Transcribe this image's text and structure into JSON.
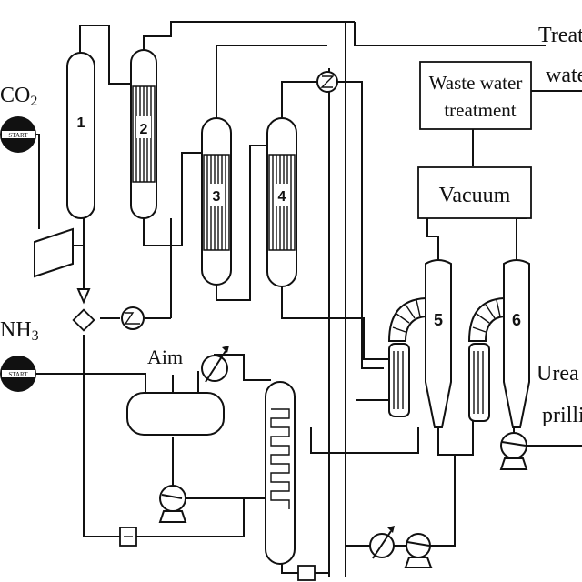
{
  "labels": {
    "co2": "CO",
    "co2_sub": "2",
    "nh3": "NH",
    "nh3_sub": "3",
    "aim": "Aim",
    "treat_line1": "Treat",
    "treat_line2": "wate",
    "waste_line1": "Waste water",
    "waste_line2": "treatment",
    "vacuum": "Vacuum",
    "urea_line1": "Urea",
    "urea_line2": "prillin",
    "start": "START"
  },
  "units": [
    {
      "id": "1",
      "label": "1"
    },
    {
      "id": "2",
      "label": "2"
    },
    {
      "id": "3",
      "label": "3"
    },
    {
      "id": "4",
      "label": "4"
    },
    {
      "id": "5",
      "label": "5"
    },
    {
      "id": "6",
      "label": "6"
    }
  ]
}
